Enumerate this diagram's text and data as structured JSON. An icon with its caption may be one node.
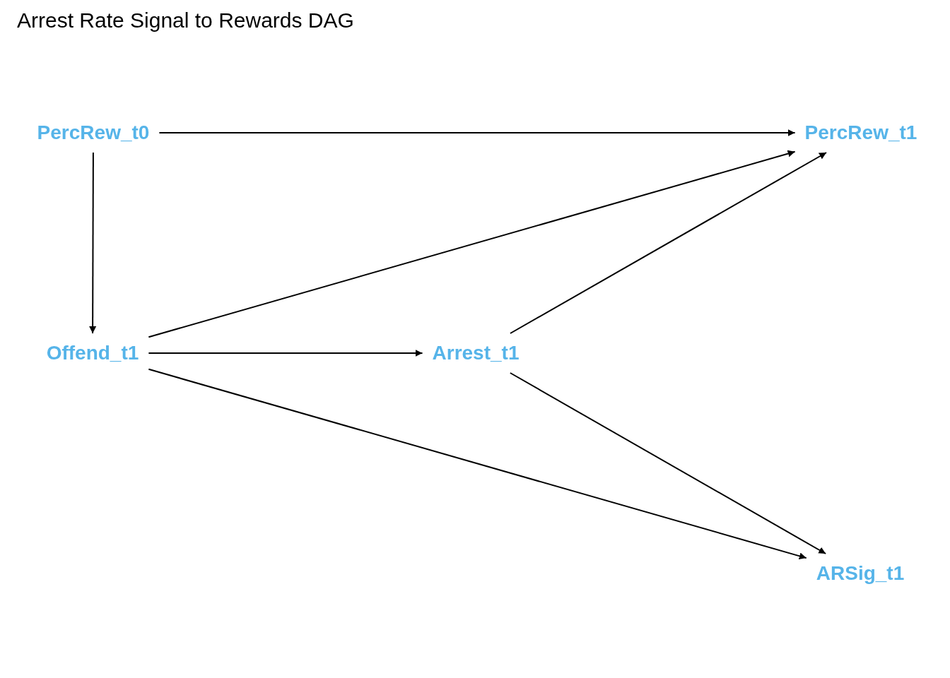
{
  "diagram": {
    "title": "Arrest Rate Signal to Rewards DAG",
    "nodes": [
      {
        "text": [
          "PercRew_t0"
        ]
      },
      {
        "text": [
          "PercRew_t1"
        ]
      },
      {
        "text": [
          "Offend_t1"
        ]
      },
      {
        "text": [
          "Arrest_t1"
        ]
      },
      {
        "text": [
          "ARSig_t1"
        ]
      }
    ],
    "edges": [
      {
        "from": 0,
        "to": 1,
        "arrow": "to"
      },
      {
        "from": 0,
        "to": 2,
        "arrow": "to"
      },
      {
        "from": 2,
        "to": 1,
        "arrow": "to"
      },
      {
        "from": 3,
        "to": 1,
        "arrow": "to"
      },
      {
        "from": 2,
        "to": 3,
        "arrow": "to"
      },
      {
        "from": 2,
        "to": 4,
        "arrow": "to"
      },
      {
        "from": 3,
        "to": 4,
        "arrow": "to"
      }
    ]
  }
}
